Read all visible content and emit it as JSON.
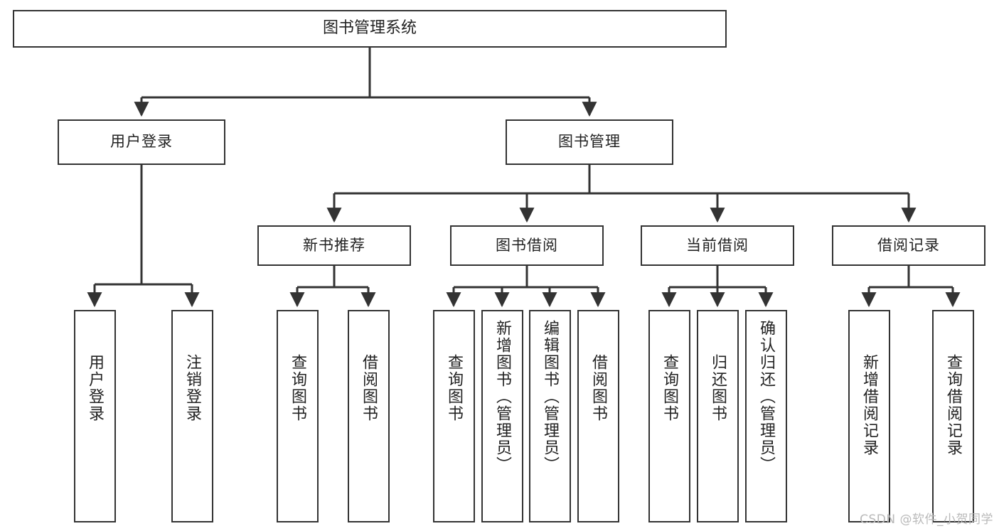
{
  "diagram": {
    "type": "tree",
    "title": "图书管理系统",
    "root": {
      "id": "root",
      "label": "图书管理系统"
    },
    "level2": [
      {
        "id": "user-login",
        "label": "用户登录"
      },
      {
        "id": "book-manage",
        "label": "图书管理"
      }
    ],
    "level3": [
      {
        "id": "new-book-rec",
        "label": "新书推荐",
        "parent": "book-manage"
      },
      {
        "id": "book-borrow",
        "label": "图书借阅",
        "parent": "book-manage"
      },
      {
        "id": "current-borrow",
        "label": "当前借阅",
        "parent": "book-manage"
      },
      {
        "id": "borrow-record",
        "label": "借阅记录",
        "parent": "book-manage"
      }
    ],
    "leaves": [
      {
        "id": "leaf-user-login",
        "label": "用户登录",
        "parent": "user-login"
      },
      {
        "id": "leaf-logout",
        "label": "注销登录",
        "parent": "user-login"
      },
      {
        "id": "leaf-query-book-1",
        "label": "查询图书",
        "parent": "new-book-rec"
      },
      {
        "id": "leaf-borrow-book-1",
        "label": "借阅图书",
        "parent": "new-book-rec"
      },
      {
        "id": "leaf-query-book-2",
        "label": "查询图书",
        "parent": "book-borrow"
      },
      {
        "id": "leaf-add-book",
        "label": "新增图书（管理员）",
        "parent": "book-borrow"
      },
      {
        "id": "leaf-edit-book",
        "label": "编辑图书（管理员）",
        "parent": "book-borrow"
      },
      {
        "id": "leaf-borrow-book-2",
        "label": "借阅图书",
        "parent": "book-borrow"
      },
      {
        "id": "leaf-query-book-3",
        "label": "查询图书",
        "parent": "current-borrow"
      },
      {
        "id": "leaf-return-book",
        "label": "归还图书",
        "parent": "current-borrow"
      },
      {
        "id": "leaf-confirm-return",
        "label": "确认归还（管理员）",
        "parent": "current-borrow"
      },
      {
        "id": "leaf-add-record",
        "label": "新增借阅记录",
        "parent": "borrow-record"
      },
      {
        "id": "leaf-query-record",
        "label": "查询借阅记录",
        "parent": "borrow-record"
      }
    ]
  },
  "watermark": {
    "text": "CSDN @软件_小贺同学"
  },
  "colors": {
    "stroke": "#333333",
    "box_fill": "#ffffff",
    "text": "#222222",
    "watermark": "#b9b9b9"
  }
}
